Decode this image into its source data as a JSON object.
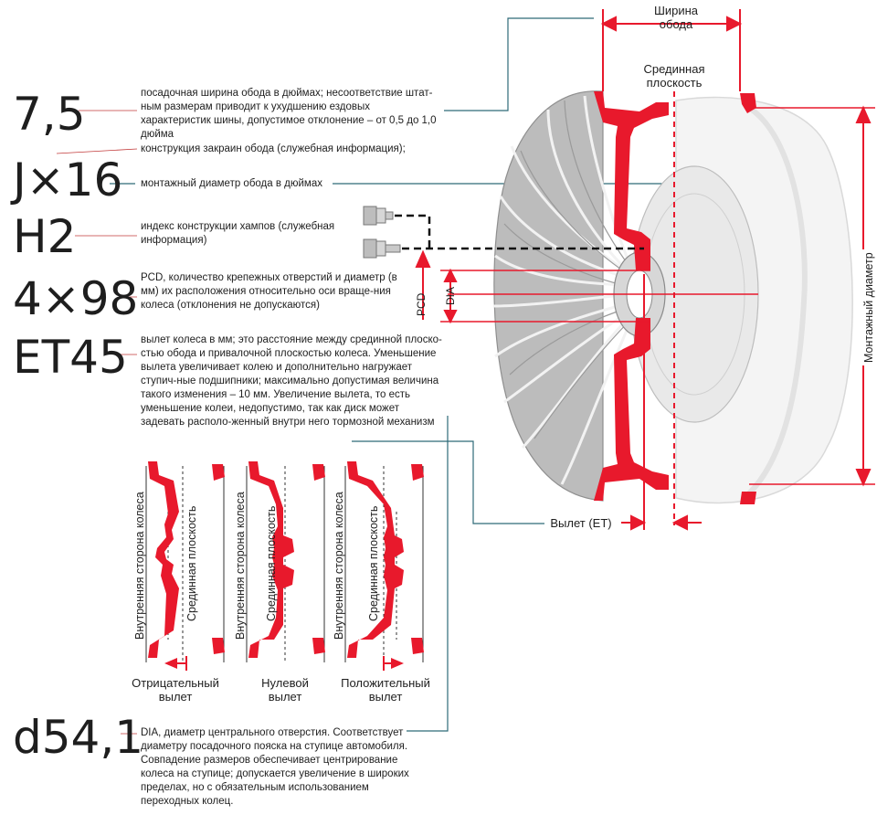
{
  "codes": {
    "width": "7,5",
    "flange": "J×16",
    "diameter_code": "",
    "humps": "H2",
    "pcd": "4×98",
    "et": "ET45",
    "dia": "d54,1"
  },
  "descriptions": {
    "width": "посадочная ширина обода в дюймах; несоответствие штат-ным размерам приводит к ухудшению ездовых характеристик шины, допустимое отклонение – от 0,5 до 1,0 дюйма",
    "flange": "конструкция закраин обода (служебная информация);",
    "diameter": "монтажный диаметр обода в дюймах",
    "humps": "индекс конструкции хампов (служебная информация)",
    "pcd": "PCD, количество крепежных отверстий и диаметр (в мм) их расположения относительно оси враще-ния колеса (отклонения не допускаются)",
    "et": "вылет колеса в мм; это расстояние между срединной плоско-стью обода и привалочной плоскостью колеса. Уменьшение вылета увеличивает колею и дополнительно нагружает ступич-ные подшипники; максимально допустимая величина такого изменения – 10 мм. Увеличение вылета, то есть уменьшение колеи, недопустимо, так как диск может задевать располо-женный внутри него тормозной механизм",
    "dia": "DIA, диаметр центрального отверстия. Соответствует диаметру посадочного пояска на ступице автомобиля. Совпадение размеров обеспечивает центрирование колеса на ступице; допускается увеличение в широких пределах, но с обязательным использованием переходных колец."
  },
  "wheel_labels": {
    "rim_width_line1": "Ширина",
    "rim_width_line2": "обода",
    "mid_plane_line1": "Срединная",
    "mid_plane_line2": "плоскость",
    "mount_diameter": "Монтажный диаметр",
    "pcd": "PCD",
    "dia": "DIA",
    "offset": "Вылет (ET)"
  },
  "offset_diagrams": [
    {
      "inner": "Внутренняя сторона колеса",
      "mid": "Срединная плоскость",
      "caption1": "Отрицательный",
      "caption2": "вылет"
    },
    {
      "inner": "Внутренняя сторона колеса",
      "mid": "Срединная плоскость",
      "caption1": "Нулевой",
      "caption2": "вылет"
    },
    {
      "inner": "Внутренняя сторона колеса",
      "mid": "Срединная плоскость",
      "caption1": "Положительный",
      "caption2": "вылет"
    }
  ],
  "colors": {
    "accent": "#e8192c",
    "leader": "#2e6a78",
    "text": "#1e1e1e"
  }
}
